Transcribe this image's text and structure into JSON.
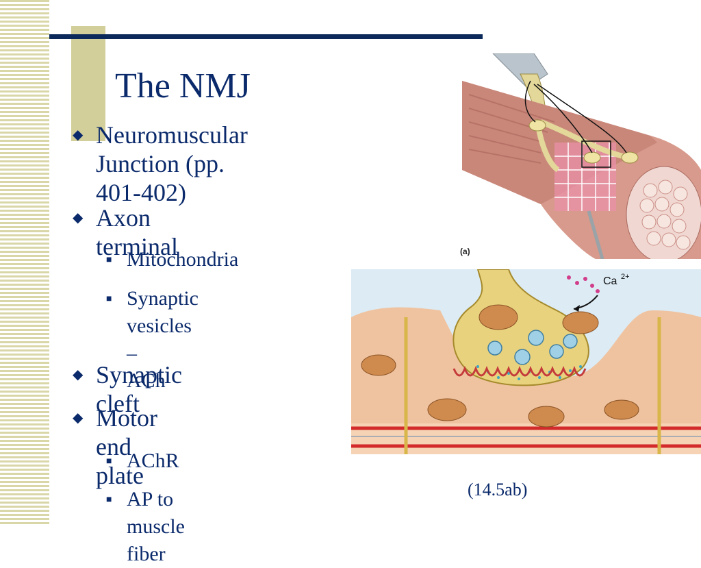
{
  "slide": {
    "title": "The NMJ",
    "bullets": [
      {
        "level": 1,
        "lines": [
          "Neuromuscular",
          "Junction (pp. 401-402)"
        ]
      },
      {
        "level": 1,
        "lines": [
          "Axon terminal"
        ]
      },
      {
        "level": 2,
        "lines": [
          "Mitochondria"
        ]
      },
      {
        "level": 2,
        "lines": [
          "Synaptic vesicles –",
          "ACh"
        ]
      },
      {
        "level": 1,
        "lines": [
          "Synaptic cleft"
        ]
      },
      {
        "level": 1,
        "lines": [
          "Motor end plate"
        ]
      },
      {
        "level": 2,
        "lines": [
          "AChR"
        ]
      },
      {
        "level": 2,
        "lines": [
          "AP to muscle fiber"
        ]
      }
    ],
    "figure_a_label": "(a)",
    "figure_b_ion": "Ca",
    "figure_b_ion_charge": "2+",
    "caption": "(14.5ab)"
  },
  "colors": {
    "text": "#0b2a6b",
    "rule": "#0b2a5b",
    "accent_tan": "#d3cf9a"
  },
  "icons": {
    "level1_marker": "diamond-bullet-icon",
    "level2_marker": "square-bullet-icon"
  }
}
